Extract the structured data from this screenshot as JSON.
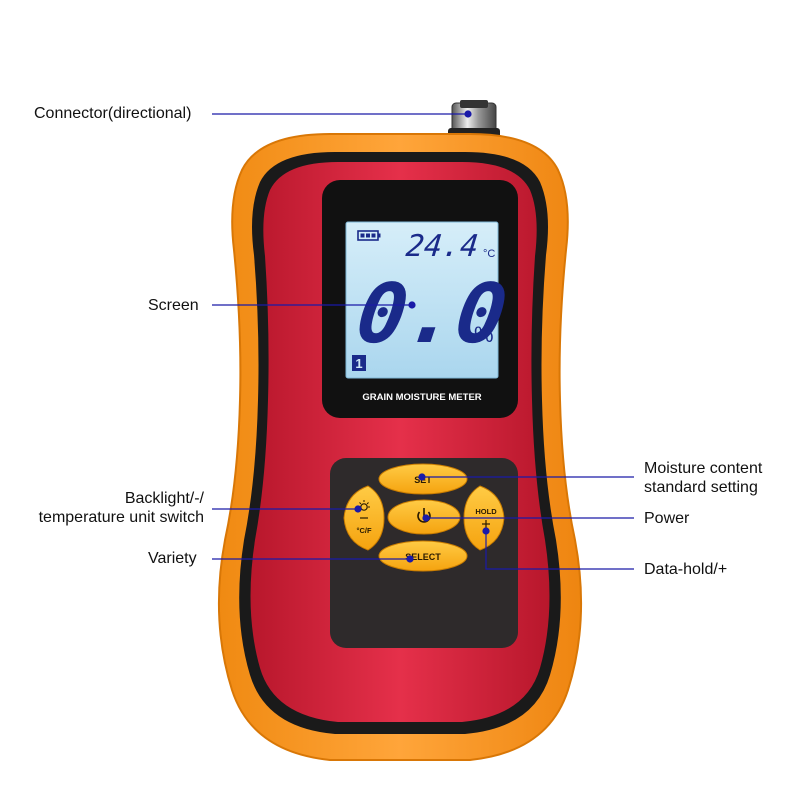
{
  "device": {
    "label": "GRAIN MOISTURE METER",
    "temperature_value": "24.4",
    "temperature_unit": "°C",
    "moisture_value": "0.0",
    "moisture_unit": "%",
    "mode_indicator": "1",
    "battery_icon": "battery-icon",
    "buttons": {
      "set": "SET",
      "select": "SELECT",
      "hold": "HOLD",
      "unit": "°C/F",
      "backlight_icon": "sun-icon",
      "power_icon": "power-icon"
    }
  },
  "callouts": {
    "connector": "Connector(directional)",
    "screen": "Screen",
    "backlight_line1": "Backlight/-/",
    "backlight_line2": "temperature unit switch",
    "variety": "Variety",
    "moisture_line1": "Moisture content",
    "moisture_line2": "standard setting",
    "power": "Power",
    "datahold": "Data-hold/+"
  },
  "colors": {
    "case_orange": "#f7931e",
    "case_red": "#d9263c",
    "keypad_dark": "#2e2a2b",
    "lcd_blue": "#bfe3f5",
    "button_yellow": "#fbb316",
    "leader_line": "#1a1aa8"
  }
}
